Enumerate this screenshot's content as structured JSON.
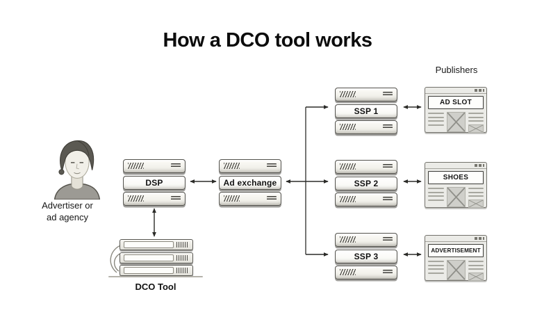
{
  "title": "How a DCO tool works",
  "labels": {
    "publishers": "Publishers",
    "advertiser_line1": "Advertiser or",
    "advertiser_line2": "ad agency",
    "dco_tool": "DCO Tool"
  },
  "stacks": {
    "dsp": "DSP",
    "ad_exchange": "Ad exchange",
    "ssp1": "SSP 1",
    "ssp2": "SSP 2",
    "ssp3": "SSP 3"
  },
  "browsers": {
    "ad_slot": "AD SLOT",
    "shoes": "SHOES",
    "advertisement": "ADVERTISEMENT"
  },
  "colors": {
    "arrow": "#2b2b28",
    "title_text": "#0c0c0c",
    "background": "#ffffff"
  }
}
